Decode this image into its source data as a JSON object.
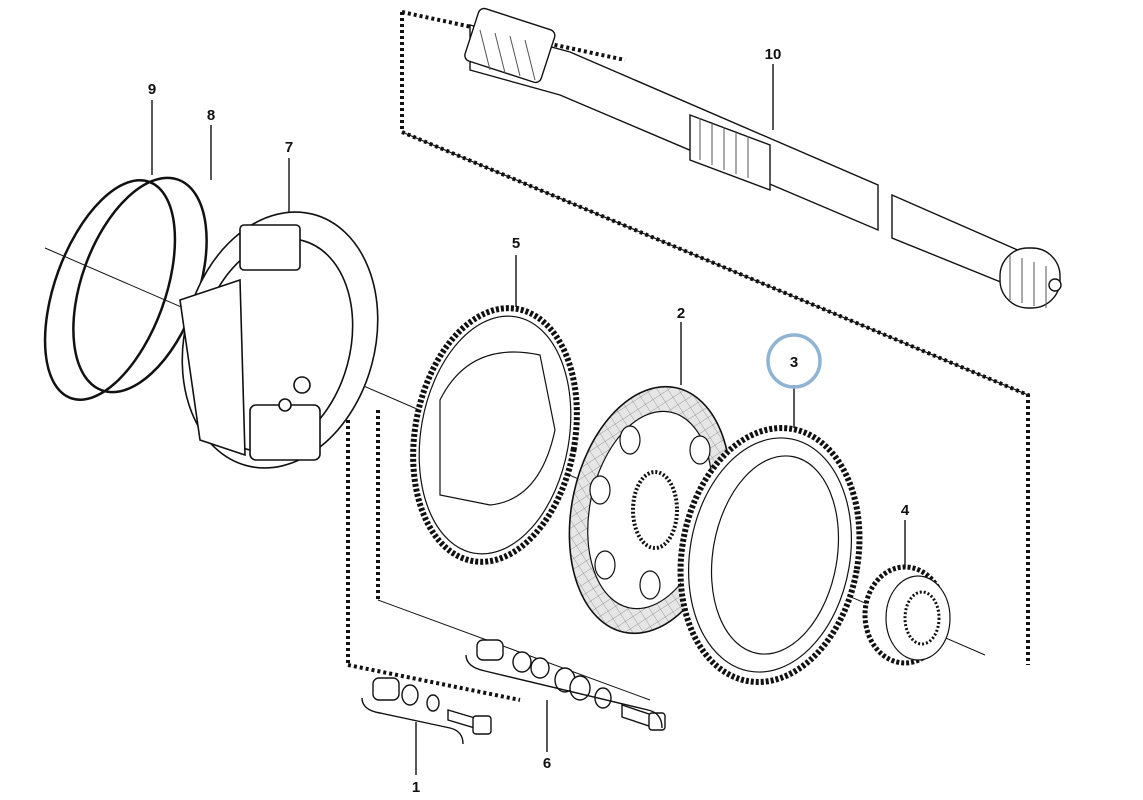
{
  "callouts": {
    "c1": "1",
    "c2": "2",
    "c3": "3",
    "c4": "4",
    "c5": "5",
    "c6": "6",
    "c7": "7",
    "c8": "8",
    "c9": "9",
    "c10": "10"
  },
  "highlight": {
    "target": "3",
    "color": "#8fb3d3"
  },
  "colors": {
    "ink": "#111111",
    "hatch": "#cccccc",
    "fill": "#ffffff"
  }
}
